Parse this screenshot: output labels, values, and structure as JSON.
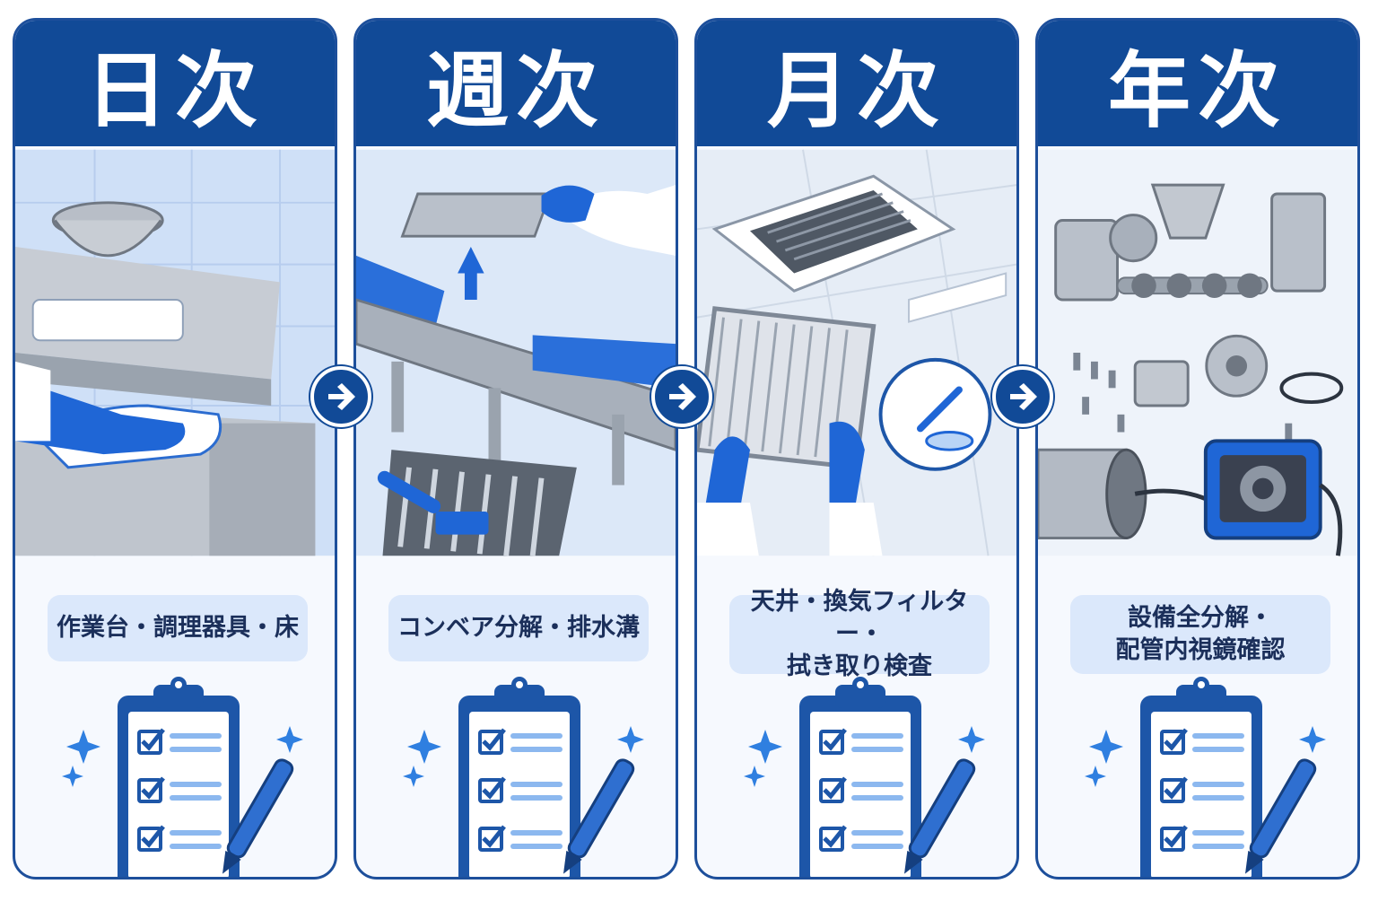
{
  "panels": [
    {
      "title": "日次",
      "caption": "作業台・調理器具・床"
    },
    {
      "title": "週次",
      "caption": "コンベア分解・排水溝"
    },
    {
      "title": "月次",
      "caption": "天井・換気フィルター・\n拭き取り検査"
    },
    {
      "title": "年次",
      "caption": "設備全分解・\n配管内視鏡確認"
    }
  ],
  "colors": {
    "primary": "#114a97",
    "accent": "#2f74d8",
    "caption_bg": "#dbe8fb"
  }
}
